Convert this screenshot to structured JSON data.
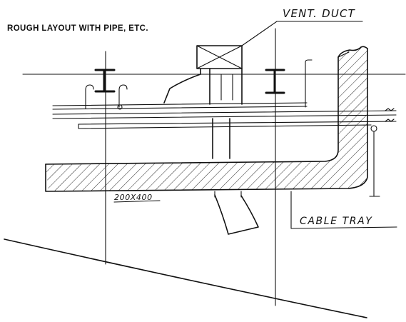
{
  "drawing": {
    "title": "ROUGH LAYOUT WITH PIPE, ETC.",
    "labels": {
      "vent_duct": "VENT. DUCT",
      "cable_tray": "CABLE TRAY",
      "tray_size": "200X400"
    }
  }
}
